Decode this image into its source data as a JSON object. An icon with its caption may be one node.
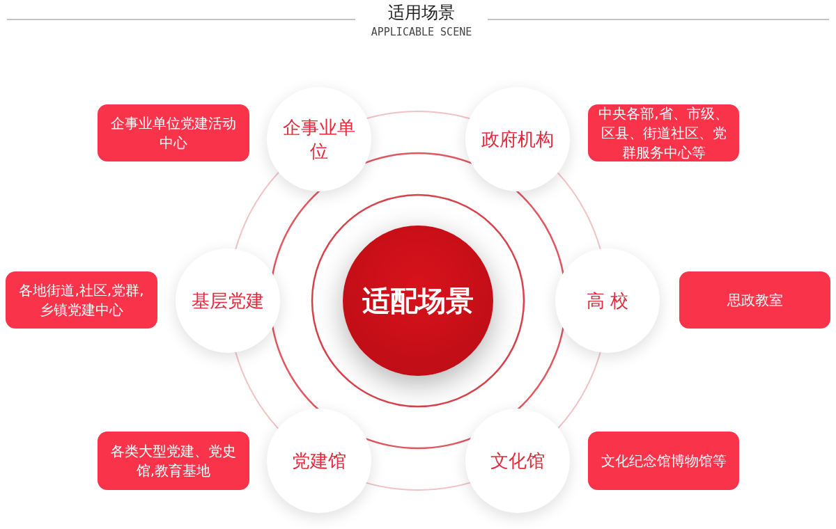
{
  "diagram": {
    "title": "适用场景",
    "nodes": [
      {
        "text": [
          "企事业单位党建活动中心"
        ]
      },
      {
        "text": [
          "企事业单位"
        ]
      },
      {
        "text": [
          "政府机构"
        ]
      },
      {
        "text": [
          "中央各部,省、市级、区县、街道社区、党群服务中心等"
        ]
      },
      {
        "text": [
          "各地街道,社区,党群,乡镇党建中心"
        ]
      },
      {
        "text": [
          "基层党建"
        ]
      },
      {
        "text": [
          "适配场景"
        ]
      },
      {
        "text": [
          "高 校"
        ]
      },
      {
        "text": [
          "思政教室"
        ]
      },
      {
        "text": [
          "各类大型党建、党史馆,教育基地"
        ]
      },
      {
        "text": [
          "党建馆"
        ]
      },
      {
        "text": [
          "文化馆"
        ]
      },
      {
        "text": [
          "文化纪念馆博物馆等"
        ]
      }
    ],
    "labels": [
      "APPLICABLE SCENE"
    ]
  }
}
